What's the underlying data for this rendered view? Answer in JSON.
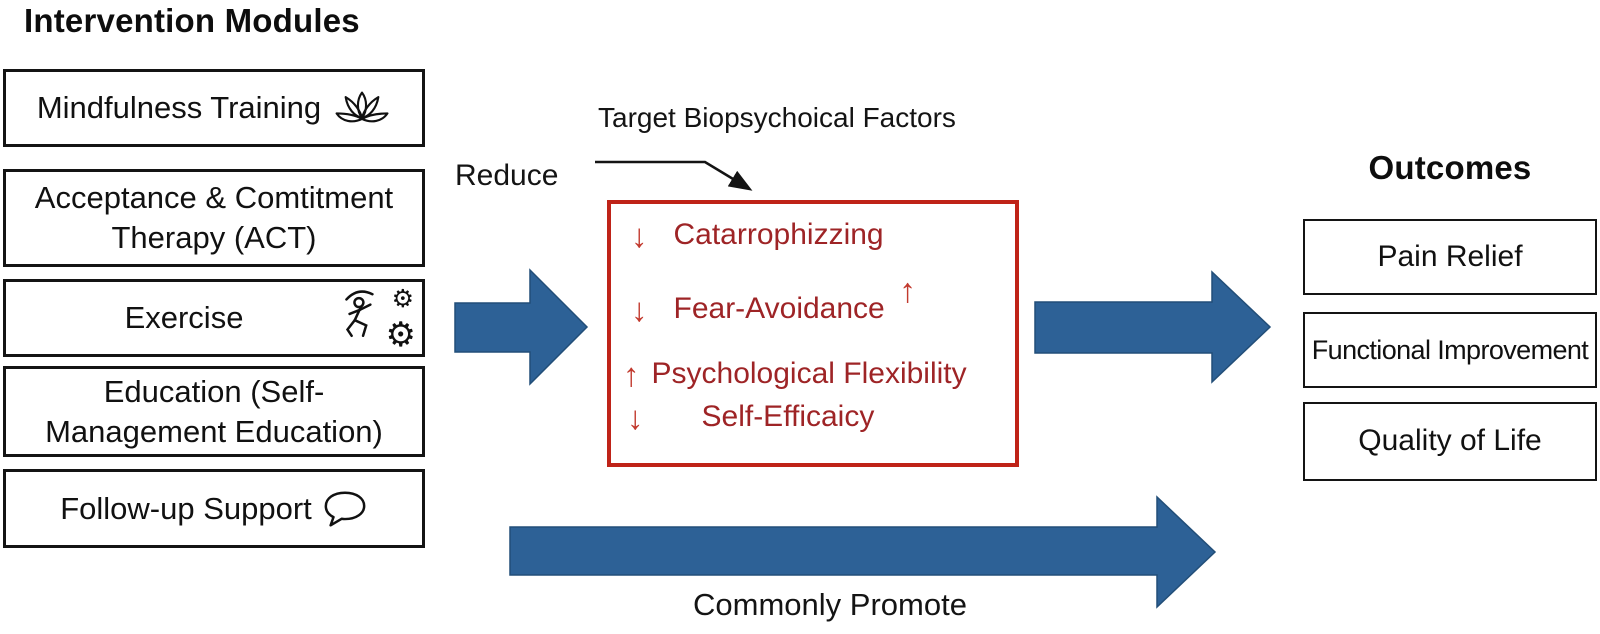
{
  "left_panel": {
    "title": "Intervention Modules",
    "modules": [
      {
        "label": "Mindfulness Training",
        "icon": "lotus-icon"
      },
      {
        "label": "Acceptance & Comtitment Therapy (ACT)"
      },
      {
        "label": "Exercise",
        "icon": "runner-gears-icon"
      },
      {
        "label": "Education (Self-Management Education)"
      },
      {
        "label": "Follow-up Support",
        "icon": "speech-bubble-icon"
      }
    ]
  },
  "center_panel": {
    "annotation_label": "Target Biopsychoical Factors",
    "reduce_label": "Reduce",
    "factors": [
      {
        "arrow": "↓",
        "label": "Catarrophizzing"
      },
      {
        "arrow": "↓",
        "label": "Fear-Avoidance",
        "extra_arrow": "↑"
      },
      {
        "arrow": "↑",
        "label": "Psychological Flexibility"
      },
      {
        "arrow": "↓",
        "label": "Self-Efficaicy"
      }
    ],
    "bottom_arrow_label": "Commonly Promote"
  },
  "right_panel": {
    "title": "Outcomes",
    "outcomes": [
      {
        "label": "Pain Relief"
      },
      {
        "label": "Functional Improvement"
      },
      {
        "label": "Quality of Life"
      }
    ]
  },
  "icons": {
    "gear_glyph": "⚙"
  },
  "colors": {
    "arrow_blue": "#2d6196",
    "arrow_blue_border": "#224e78",
    "factor_text_red": "#9e2426",
    "factor_arrow_red": "#c23a2e",
    "factor_box_border_red": "#bf2318",
    "line_black": "#141414"
  }
}
